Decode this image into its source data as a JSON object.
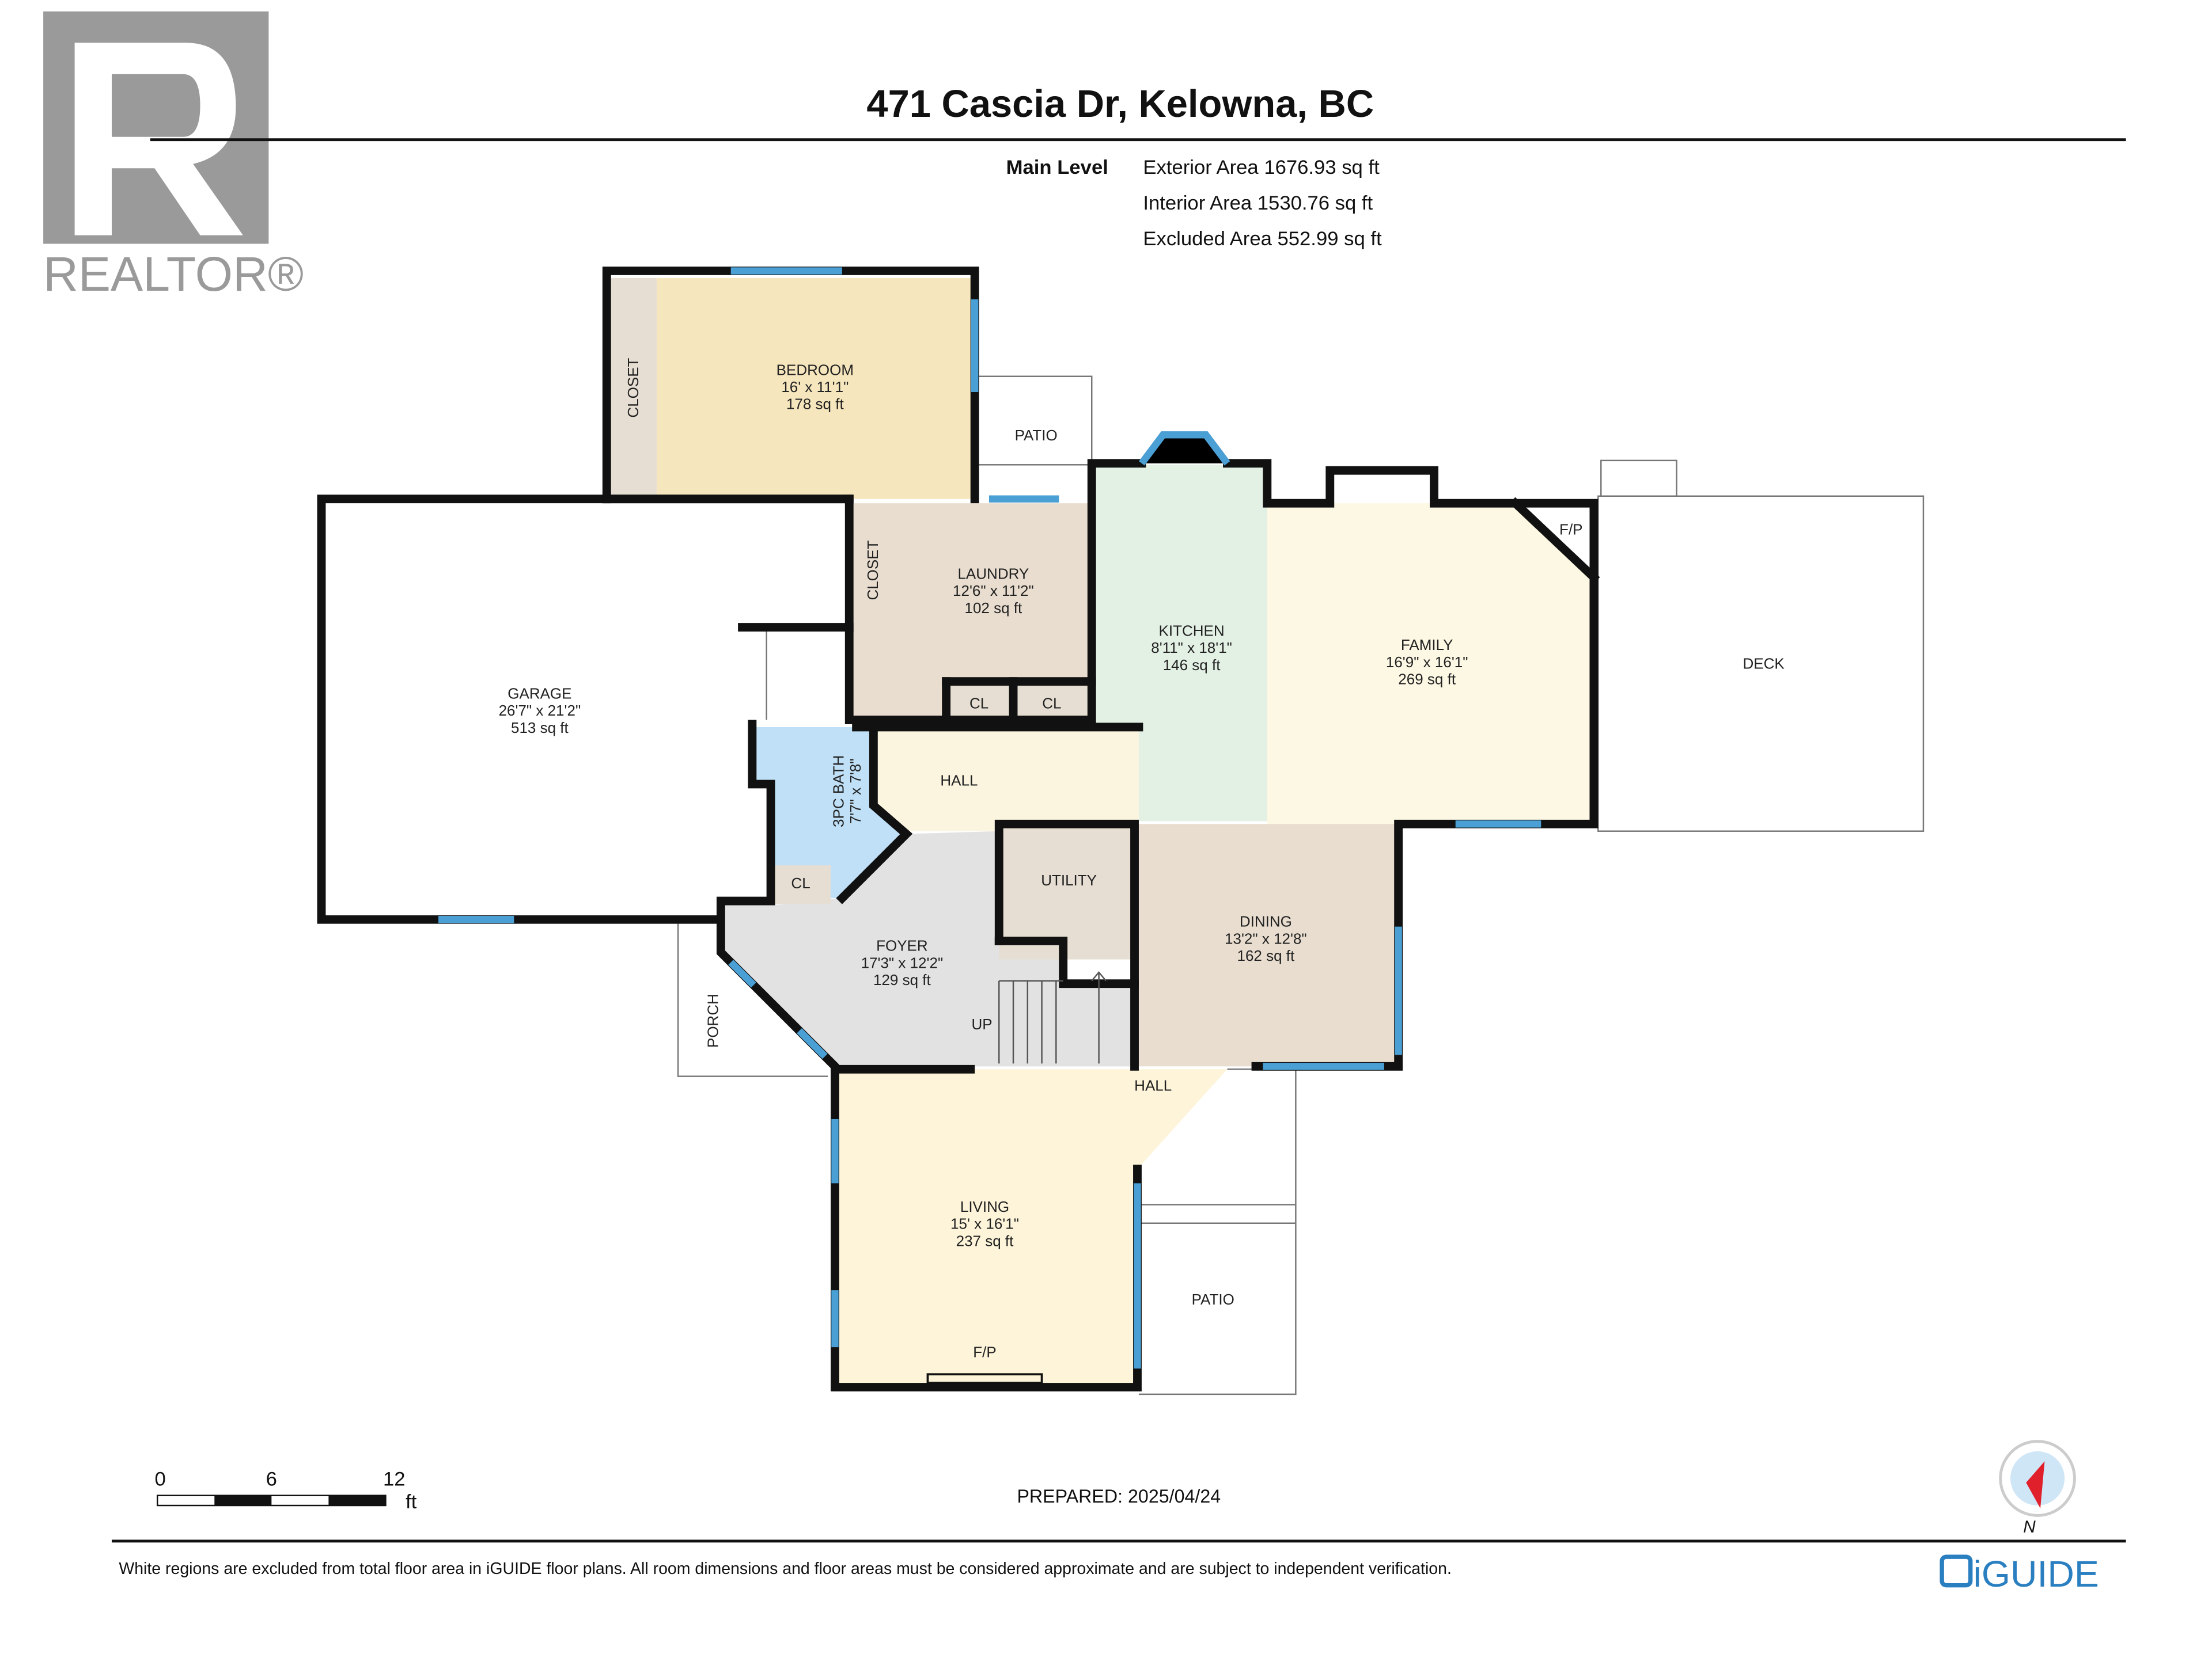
{
  "title": "471 Cascia Dr, Kelowna, BC",
  "logo": {
    "text": "REALTOR®"
  },
  "summary": {
    "level": "Main Level",
    "exterior": "Exterior Area 1676.93 sq ft",
    "interior": "Interior Area 1530.76 sq ft",
    "excluded": "Excluded Area 552.99 sq ft"
  },
  "rooms": {
    "bedroom": {
      "name": "BEDROOM",
      "dims": "16' x 11'1\"",
      "area": "178 sq ft"
    },
    "closet1": {
      "name": "CLOSET"
    },
    "closet2": {
      "name": "CLOSET"
    },
    "patio1": {
      "name": "PATIO"
    },
    "garage": {
      "name": "GARAGE",
      "dims": "26'7\" x 21'2\"",
      "area": "513 sq ft"
    },
    "laundry": {
      "name": "LAUNDRY",
      "dims": "12'6\" x 11'2\"",
      "area": "102 sq ft"
    },
    "kitchen": {
      "name": "KITCHEN",
      "dims": "8'11\" x 18'1\"",
      "area": "146 sq ft"
    },
    "family": {
      "name": "FAMILY",
      "dims": "16'9\" x 16'1\"",
      "area": "269 sq ft"
    },
    "fp1": {
      "name": "F/P"
    },
    "deck": {
      "name": "DECK"
    },
    "cl1": {
      "name": "CL"
    },
    "cl2": {
      "name": "CL"
    },
    "cl3": {
      "name": "CL"
    },
    "bath": {
      "name": "3PC BATH",
      "dims": "7'7\" x 7'8\""
    },
    "hall1": {
      "name": "HALL"
    },
    "utility": {
      "name": "UTILITY"
    },
    "foyer": {
      "name": "FOYER",
      "dims": "17'3\" x 12'2\"",
      "area": "129 sq ft"
    },
    "up": {
      "name": "UP"
    },
    "porch": {
      "name": "PORCH"
    },
    "dining": {
      "name": "DINING",
      "dims": "13'2\" x 12'8\"",
      "area": "162 sq ft"
    },
    "hall2": {
      "name": "HALL"
    },
    "living": {
      "name": "LIVING",
      "dims": "15' x 16'1\"",
      "area": "237 sq ft"
    },
    "fp2": {
      "name": "F/P"
    },
    "patio2": {
      "name": "PATIO"
    }
  },
  "scale": {
    "t0": "0",
    "t6": "6",
    "t12": "12",
    "unit": "ft"
  },
  "prepared": "PREPARED: 2025/04/24",
  "compass": {
    "label": "N"
  },
  "disclaimer": "White regions are excluded from total floor area in iGUIDE floor plans. All room dimensions and floor areas must be considered approximate and are subject to independent verification.",
  "brand": "iGUIDE",
  "colors": {
    "window": "#4a9fd4",
    "brand": "#2a7fc1",
    "compass_needle": "#e0202a"
  }
}
